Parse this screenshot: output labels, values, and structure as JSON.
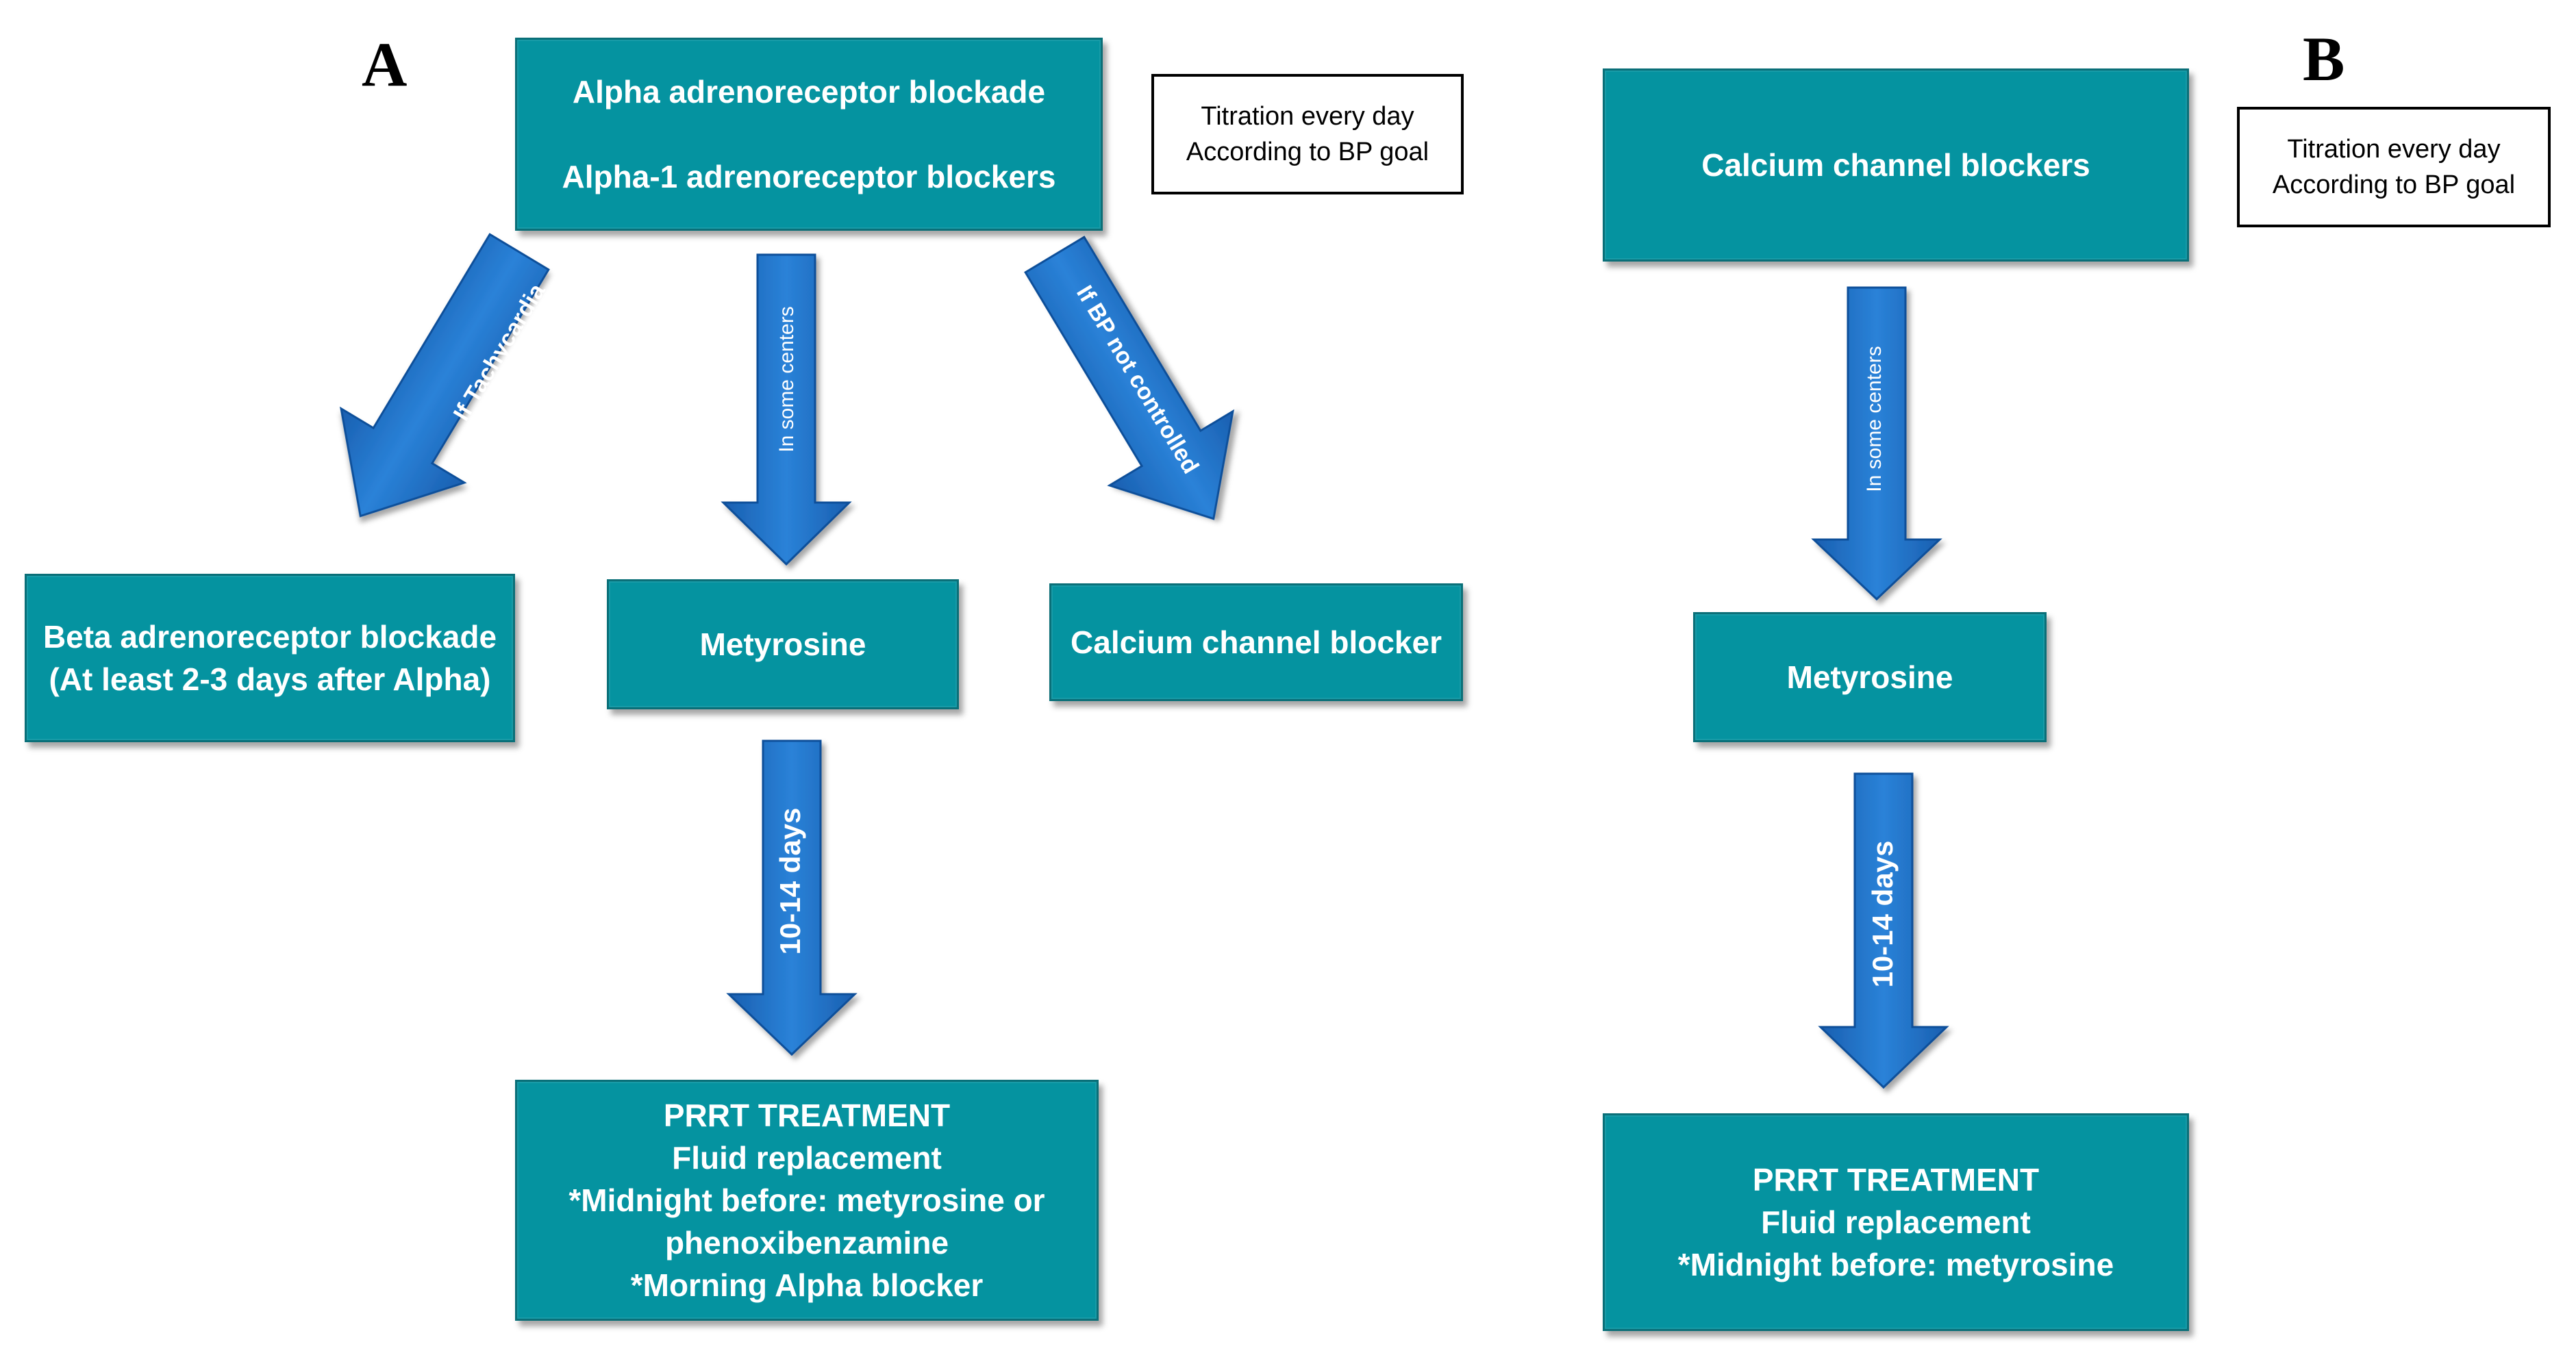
{
  "panel_a": {
    "letter": "A",
    "top_box": {
      "line1": "Alpha adrenoreceptor blockade",
      "line2": "Alpha-1 adrenoreceptor blockers"
    },
    "note": {
      "line1": "Titration every day",
      "line2": "According to BP goal"
    },
    "arrows": {
      "left": "If Tachycardia",
      "middle": "In some centers",
      "right": "If BP not controlled",
      "down": "10-14 days"
    },
    "beta_box": {
      "line1": "Beta adrenoreceptor blockade",
      "line2": "(At least 2-3 days after Alpha)"
    },
    "metyrosine_box": "Metyrosine",
    "ccb_box": "Calcium channel blocker",
    "prrt_box": {
      "line1": "PRRT TREATMENT",
      "line2": "Fluid replacement",
      "line3": "*Midnight before: metyrosine or",
      "line4": "phenoxibenzamine",
      "line5": "*Morning Alpha blocker"
    }
  },
  "panel_b": {
    "letter": "B",
    "top_box": "Calcium channel blockers",
    "note": {
      "line1": "Titration every day",
      "line2": "According to BP goal"
    },
    "arrows": {
      "middle": "In some centers",
      "down": "10-14 days"
    },
    "metyrosine_box": "Metyrosine",
    "prrt_box": {
      "line1": "PRRT TREATMENT",
      "line2": "Fluid replacement",
      "line3": "*Midnight before: metyrosine"
    }
  },
  "colors": {
    "box_fill": "#0593a0",
    "box_border": "#0a6f78",
    "arrow_fill": "#1f6fc4",
    "arrow_dark": "#11509a"
  }
}
